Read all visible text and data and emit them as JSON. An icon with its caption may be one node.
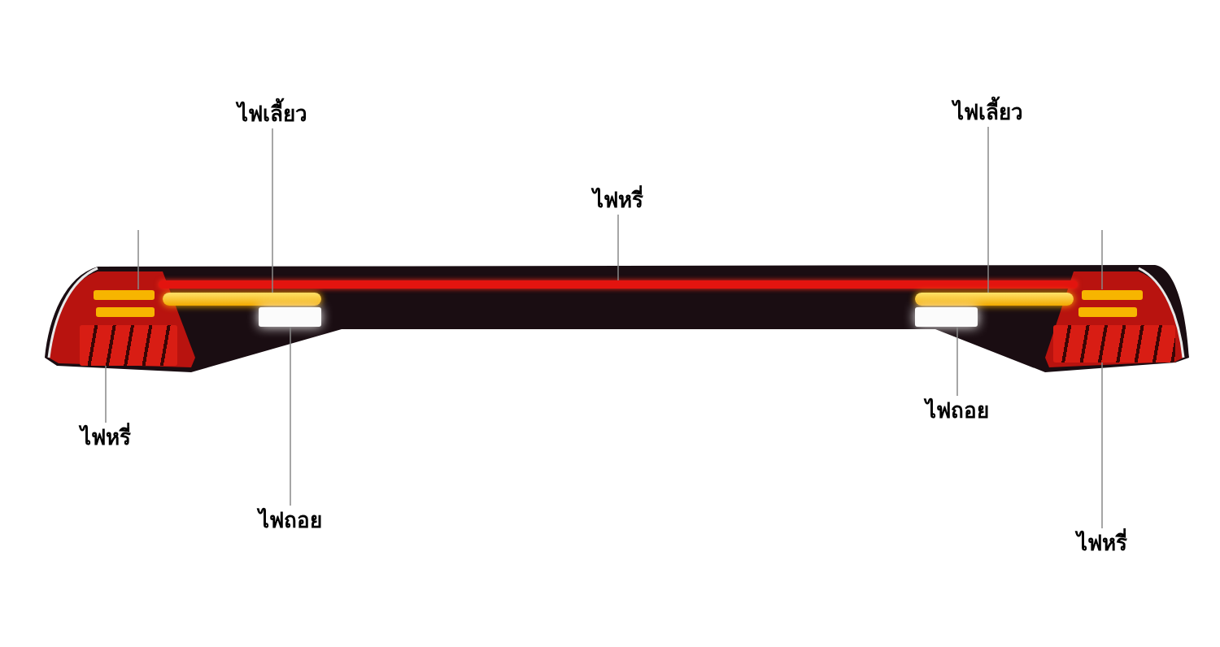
{
  "diagram": {
    "nodes": [
      {
        "text": [
          "ไฟเลี้ยว"
        ]
      },
      {
        "text": [
          "ไฟหรี่"
        ]
      },
      {
        "text": [
          "ไฟเลี้ยว"
        ]
      },
      {
        "text": [
          "ไฟหรี่"
        ]
      },
      {
        "text": [
          "ไฟถอย"
        ]
      },
      {
        "text": [
          "ไฟถอย"
        ]
      },
      {
        "text": [
          "ไฟหรี่"
        ]
      },
      {
        "text": [],
        "shape": "bar"
      },
      {
        "text": [],
        "shape": "bar"
      },
      {
        "text": [],
        "shape": "bar"
      },
      {
        "text": [],
        "shape": "box"
      },
      {
        "text": [],
        "shape": "box"
      },
      {
        "text": [],
        "shape": "box"
      },
      {
        "text": [],
        "shape": "box"
      }
    ],
    "edges": [
      {
        "from": 0,
        "to": 7,
        "arrow": "none"
      },
      {
        "from": 1,
        "to": 8,
        "arrow": "none"
      },
      {
        "from": 2,
        "to": 9,
        "arrow": "none"
      },
      {
        "from": 3,
        "to": 10,
        "arrow": "none"
      },
      {
        "from": 4,
        "to": 11,
        "arrow": "none"
      },
      {
        "from": 5,
        "to": 12,
        "arrow": "none"
      },
      {
        "from": 6,
        "to": 13,
        "arrow": "none"
      }
    ]
  }
}
